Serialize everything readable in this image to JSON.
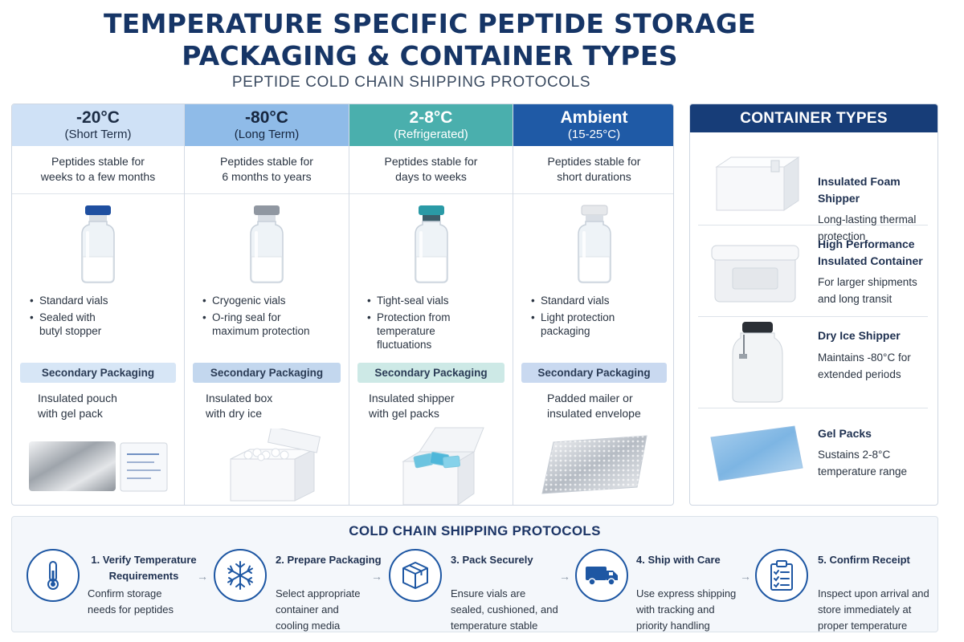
{
  "header": {
    "title_line1": "TEMPERATURE SPECIFIC PEPTIDE STORAGE",
    "title_line2": "PACKAGING & CONTAINER TYPES",
    "subtitle": "PEPTIDE COLD CHAIN SHIPPING PROTOCOLS"
  },
  "temperatures": [
    {
      "temp": "-20°C",
      "term": "(Short Term)",
      "desc1": "Peptides stable for",
      "desc2": "weeks to a few months",
      "bullet1": "Standard vials",
      "bullet2": "Sealed with butyl stopper",
      "secondary_label": "Secondary Packaging",
      "secondary1": "Insulated pouch",
      "secondary2": "with gel pack",
      "cap_color": "#1f4fa0"
    },
    {
      "temp": "-80°C",
      "term": "(Long Term)",
      "desc1": "Peptides stable for",
      "desc2": "6 months to years",
      "bullet1": "Cryogenic vials",
      "bullet2": "O-ring seal for maximum protection",
      "secondary_label": "Secondary Packaging",
      "secondary1": "Insulated box",
      "secondary2": "with dry ice",
      "cap_color": "#9097a1"
    },
    {
      "temp": "2-8°C",
      "term": "(Refrigerated)",
      "desc1": "Peptides stable for",
      "desc2": "days to weeks",
      "bullet1": "Tight-seal vials",
      "bullet2": "Protection from temperature fluctuations",
      "secondary_label": "Secondary Packaging",
      "secondary1": "Insulated shipper",
      "secondary2": "with gel packs",
      "cap_color": "#2a9aa6"
    },
    {
      "temp": "Ambient",
      "term": "(15-25°C)",
      "desc1": "Peptides stable for",
      "desc2": "short durations",
      "bullet1": "Standard vials",
      "bullet2": "Light protection packaging",
      "secondary_label": "Secondary Packaging",
      "secondary1": "Padded mailer or",
      "secondary2": "insulated envelope",
      "cap_color": "#e6e8eb"
    }
  ],
  "container_types": {
    "title": "CONTAINER TYPES",
    "items": [
      {
        "name": "Insulated Foam Shipper",
        "desc": "Long-lasting thermal protection"
      },
      {
        "name": "High Performance Insulated Container",
        "desc": "For larger shipments and long transit"
      },
      {
        "name": "Dry Ice Shipper",
        "desc": "Maintains -80°C for extended periods"
      },
      {
        "name": "Gel Packs",
        "desc": "Sustains 2-8°C temperature range"
      }
    ]
  },
  "protocols": {
    "title": "COLD CHAIN SHIPPING PROTOCOLS",
    "steps": [
      {
        "title": "1. Verify Temperature Requirements",
        "desc": "Confirm storage needs for peptides",
        "icon": "thermometer-icon"
      },
      {
        "title": "2. Prepare Packaging",
        "desc": "Select appropriate container and cooling media",
        "icon": "snowflake-icon"
      },
      {
        "title": "3. Pack Securely",
        "desc": "Ensure vials are sealed, cushioned, and temperature stable",
        "icon": "box-icon"
      },
      {
        "title": "4. Ship with Care",
        "desc": "Use express shipping with tracking and priority handling",
        "icon": "truck-icon"
      },
      {
        "title": "5. Confirm Receipt",
        "desc": "Inspect upon arrival and store immediately at proper temperature",
        "icon": "clipboard-checklist-icon"
      }
    ]
  },
  "colors": {
    "navy": "#163566",
    "col_header_short": "#cfe1f6",
    "col_header_long": "#8fbbe8",
    "col_header_refrigerated": "#4aafad",
    "col_header_ambient": "#1f5aa6",
    "container_header": "#173d78"
  }
}
